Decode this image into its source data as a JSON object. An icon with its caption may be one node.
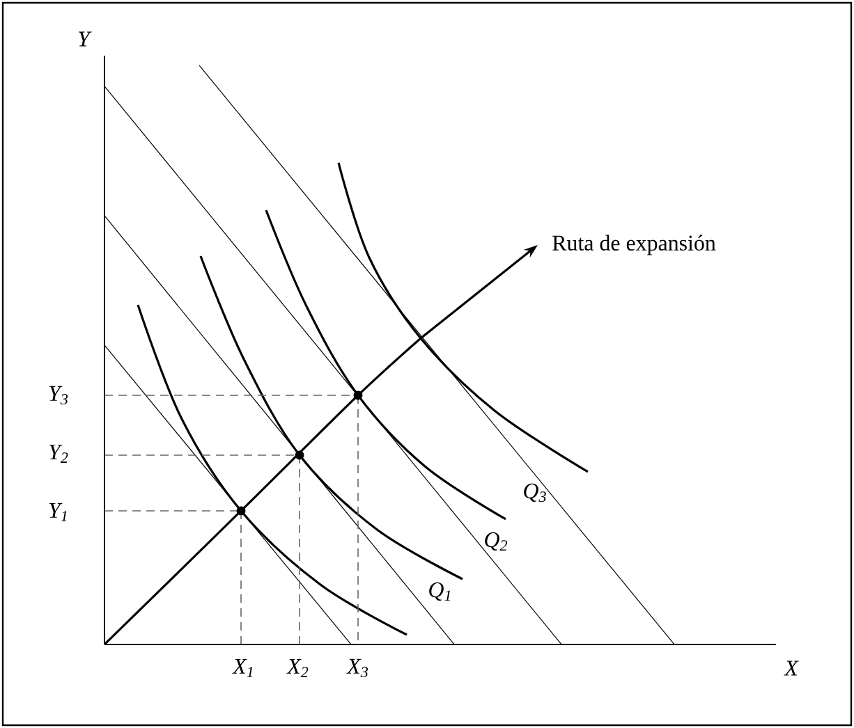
{
  "diagram": {
    "labels": [
      "Y",
      "Ruta de expansión",
      "Y$_{3}$",
      "Y$_{2}$",
      "Y$_{1}$",
      "Q$_{3}$",
      "Q$_{2}$",
      "Q$_{1}$",
      "X$_{1}$",
      "X$_{2}$",
      "X$_{3}$",
      "X"
    ]
  }
}
